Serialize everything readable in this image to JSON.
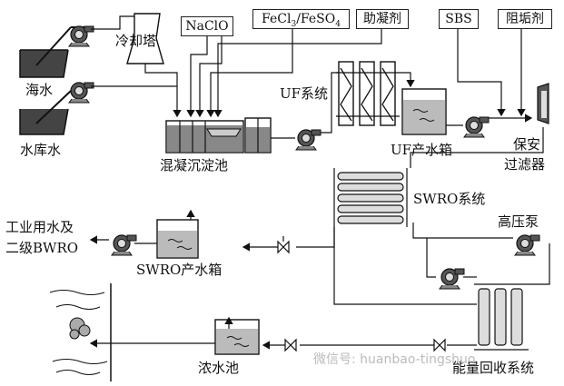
{
  "labels": {
    "cooling_tower": "冷却塔",
    "seawater": "海水",
    "reservoir_water": "水库水",
    "coag_tank": "混凝沉淀池",
    "uf_system": "UF系统",
    "uf_tank": "UF产水箱",
    "security_filter_1": "保安",
    "security_filter_2": "过滤器",
    "swro_system": "SWRO系统",
    "hp_pump": "高压泵",
    "industrial_1": "工业用水及",
    "industrial_2": "二级BWRO",
    "swro_tank": "SWRO产水箱",
    "brine_pool": "浓水池",
    "energy_recovery": "能量回收系统"
  },
  "chem_boxes": {
    "naclo": "NaClO",
    "fecl3_a": "FeCl",
    "fecl3_sub": "3",
    "fecl3_b": "/FeSO",
    "fecl3_sub2": "4",
    "coagulant_aid": "助凝剂",
    "sbs": "SBS",
    "antiscalant": "阻垢剂"
  },
  "watermark": "微信号: huanbao-tingshuo"
}
